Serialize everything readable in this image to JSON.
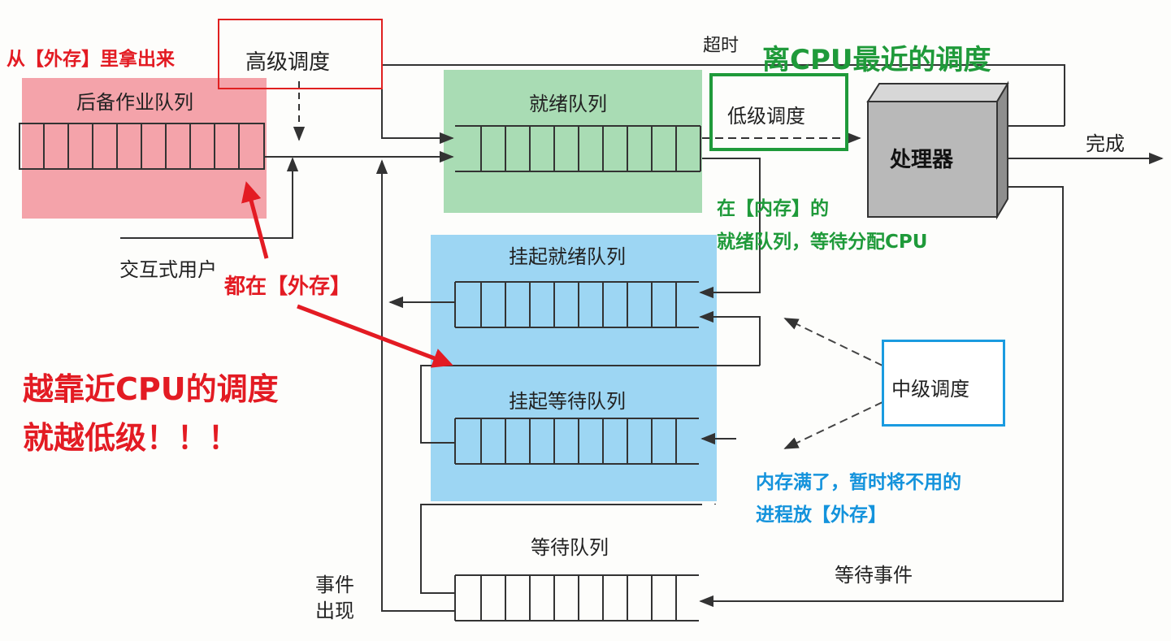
{
  "diagram": {
    "labels": {
      "high_level": "高级调度",
      "backup_queue": "后备作业队列",
      "interactive_user": "交互式用户",
      "ready_queue": "就绪队列",
      "timeout": "超时",
      "low_level": "低级调度",
      "processor": "处理器",
      "done": "完成",
      "suspended_ready": "挂起就绪队列",
      "suspended_wait": "挂起等待队列",
      "mid_level": "中级调度",
      "wait_queue": "等待队列",
      "wait_event": "等待事件",
      "event_occur_1": "事件",
      "event_occur_2": "出现"
    },
    "notes": {
      "from_external": "从【外存】里拿出来",
      "all_external": "都在【外存】",
      "closer_cpu_1": "越靠近CPU的调度",
      "closer_cpu_2": "就越低级！！！",
      "nearest_cpu": "离CPU最近的调度",
      "in_memory_1": "在【内存】的",
      "in_memory_2": "就绪队列，等待分配CPU",
      "mem_full_1": "内存满了，暂时将不用的",
      "mem_full_2": "进程放【外存】"
    },
    "colors": {
      "red": "#e31b23",
      "green": "#1f9a3a",
      "blue": "#1493dc",
      "pink_region": "#f4a3aa",
      "green_region": "#a9dcb4",
      "blue_region": "#9dd6f3",
      "processor": "#b8b8b8",
      "line": "#333333"
    }
  }
}
